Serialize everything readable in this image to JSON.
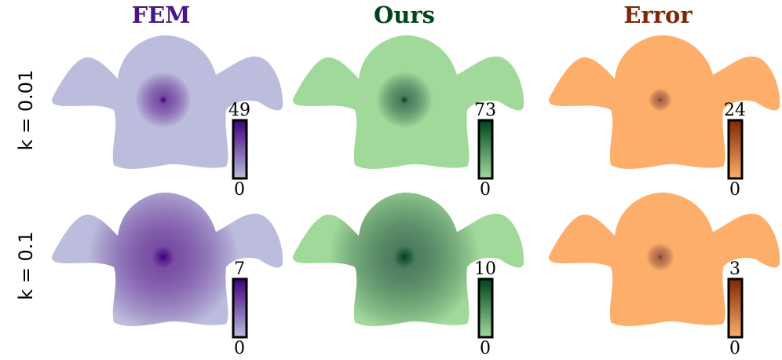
{
  "columns": [
    {
      "title": "FEM",
      "color": "#4a1486",
      "light": "#bcbddc",
      "dark": "#3f007d"
    },
    {
      "title": "Ours",
      "color": "#00441b",
      "light": "#a1d99b",
      "dark": "#00441b"
    },
    {
      "title": "Error",
      "color": "#7f2704",
      "light": "#fdae6b",
      "dark": "#7f2704"
    }
  ],
  "rows": [
    {
      "label": "k = 0.01",
      "colorbars": [
        {
          "max": "49",
          "min": "0"
        },
        {
          "max": "73",
          "min": "0"
        },
        {
          "max": "24",
          "min": "0"
        }
      ]
    },
    {
      "label": "k = 0.1",
      "colorbars": [
        {
          "max": "7",
          "min": "0"
        },
        {
          "max": "10",
          "min": "0"
        },
        {
          "max": "3",
          "min": "0"
        }
      ]
    }
  ]
}
